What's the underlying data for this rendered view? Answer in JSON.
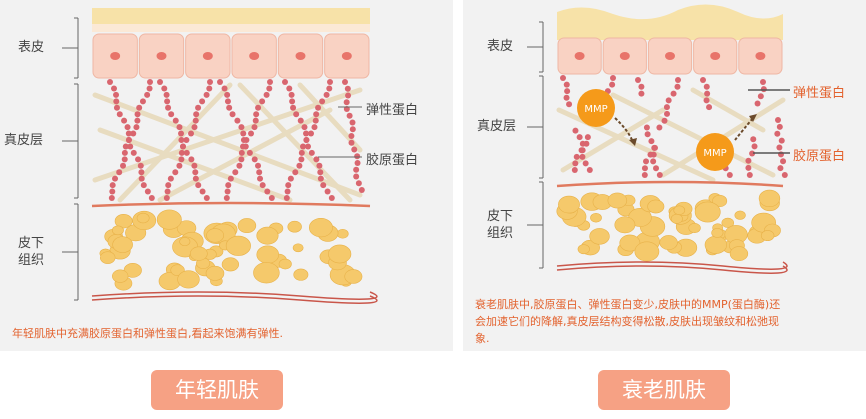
{
  "left": {
    "labels": {
      "epidermis": "表皮",
      "dermis": "真皮层",
      "subcutis_1": "皮下",
      "subcutis_2": "组织"
    },
    "callouts": {
      "elastin": "弹性蛋白",
      "collagen": "胶原蛋白"
    },
    "caption": "年轻肌肤中充满胶原蛋白和弹性蛋白,看起来饱满有弹性.",
    "title": "年轻肌肤"
  },
  "right": {
    "labels": {
      "epidermis": "表皮",
      "dermis": "真皮层",
      "subcutis_1": "皮下",
      "subcutis_2": "组织"
    },
    "callouts": {
      "elastin": "弹性蛋白",
      "collagen": "胶原蛋白"
    },
    "mmp_label": "MMP",
    "caption_lines": [
      "衰老肌肤中,胶原蛋白、弹性蛋白变少,皮肤中的MMP(蛋白酶)还",
      "会加速它们的降解,真皮层结构变得松散,皮肤出现皱纹和松弛现",
      "象."
    ],
    "title": "衰老肌肤"
  },
  "colors": {
    "panel_bg": "#f2f2f2",
    "skin_top": "#f7e2a8",
    "cells": "#f9d2c3",
    "nucleus": "#e8746a",
    "elastin": "#d9666f",
    "collagen": "#e8dcc0",
    "fat": "#f5c96b",
    "accent": "#e3622e",
    "mmp": "#f59a1a",
    "pill": "#f6a184"
  }
}
